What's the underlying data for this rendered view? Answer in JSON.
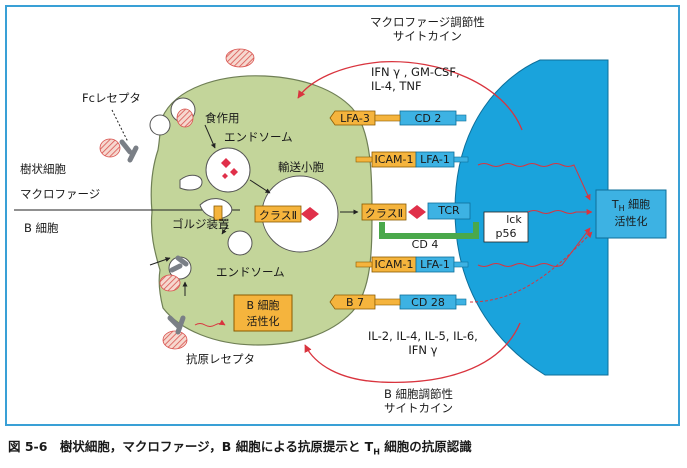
{
  "figure": {
    "caption": "図 5-6　樹状細胞，マクロファージ，B 細胞による抗原提示と T",
    "caption_sub": "H",
    "caption_end": " 細胞の抗原認識"
  },
  "labels": {
    "macrophage_cytokine_line1": "マクロファージ調節性",
    "macrophage_cytokine_line2": "サイトカイン",
    "cytokines_top_line1": "IFN γ , GM-CSF,",
    "cytokines_top_line2": "IL-4, TNF",
    "fc_receptor": "Fcレセプタ",
    "phagocytosis": "食作用",
    "endosome_top": "エンドソーム",
    "transport_vesicle": "輸送小胞",
    "dendritic_cell": "樹状細胞",
    "macrophage": "マクロファージ",
    "b_cell": "B 細胞",
    "golgi": "ゴルジ装置",
    "endosome_bottom": "エンドソーム",
    "antigen_receptor": "抗原レセプタ",
    "b_cell_activation_line1": "B 細胞",
    "b_cell_activation_line2": "活性化",
    "class2_inside": "クラスⅡ",
    "class2_surface": "クラスⅡ",
    "lfa3": "LFA-3",
    "cd2": "CD 2",
    "icam1_top": "ICAM-1",
    "lfa1_top": "LFA-1",
    "tcr": "TCR",
    "cd4": "CD 4",
    "lck": "lck",
    "p56": "p56",
    "icam1_bottom": "ICAM-1",
    "lfa1_bottom": "LFA-1",
    "b7": "B 7",
    "cd28": "CD 28",
    "th_activation_pre": "T",
    "th_activation_sub": "H",
    "th_activation_post": " 細胞",
    "th_activation_line2": "活性化",
    "cytokines_bottom_line1": "IL-2, IL-4, IL-5, IL-6,",
    "cytokines_bottom_line2": "IFN γ",
    "b_cell_cytokine_line1": "B 細胞調節性",
    "b_cell_cytokine_line2": "サイトカイン"
  },
  "colors": {
    "border": "#39a0d6",
    "apc_cell": "#c3d59a",
    "apc_outline": "#6f7f55",
    "t_cell": "#1aa3dc",
    "orange_box": "#f5b43d",
    "blue_box": "#3db2e3",
    "antigen": "#e0304a",
    "arrow": "#d9343e",
    "cd4_bar": "#4aa84b"
  }
}
